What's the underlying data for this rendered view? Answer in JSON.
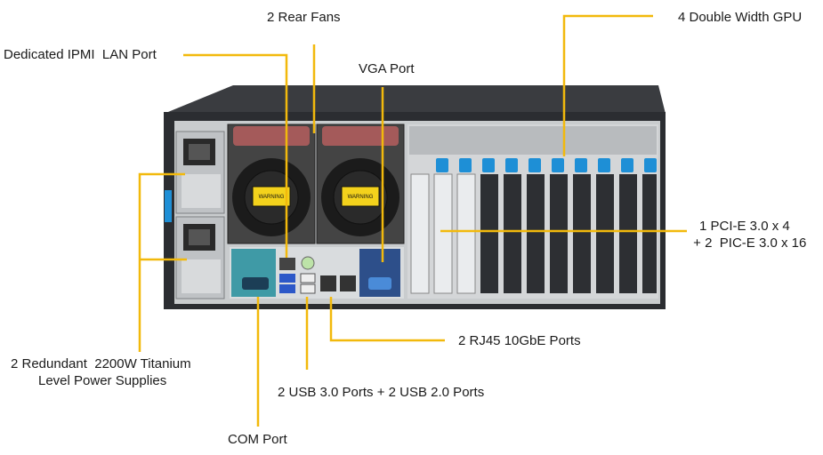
{
  "labels": {
    "rear_fans": "2 Rear Fans",
    "ipmi_lan_port": "Dedicated IPMI  LAN Port",
    "vga_port": "VGA Port",
    "double_width_gpu": "4 Double Width GPU",
    "pcie_slots_line1": "1 PCI-E 3.0 x 4",
    "pcie_slots_line2": " + 2  PIC-E 3.0 x 16",
    "power_supplies_line1": "2 Redundant  2200W Titanium",
    "power_supplies_line2": "Level Power Supplies",
    "rj45_ports": "2 RJ45 10GbE Ports",
    "usb_ports": "2 USB 3.0 Ports + 2 USB 2.0 Ports",
    "com_port": "COM Port"
  },
  "warning_text": "WARNING",
  "colors": {
    "leader_line": "#f2b90c",
    "chassis_body": "#2b2d31",
    "chassis_top": "#3a3c40",
    "fan_housing": "#a45a5a",
    "io_panel": "#3f9aa6",
    "vga_panel": "#2d4f8a",
    "slot_latch": "#1e8fd6",
    "brackets": "#d4d6d8",
    "psu": "#bfc2c5"
  }
}
